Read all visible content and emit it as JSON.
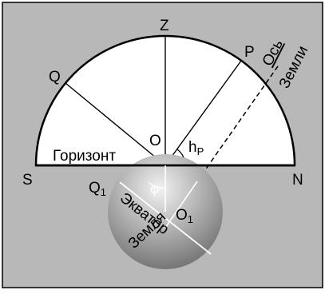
{
  "colors": {
    "background": "#b8b8b8",
    "sphere_fill": "#ffffff",
    "earth_light": "#f2f2f2",
    "earth_dark": "#6e6e6e",
    "line": "#000000",
    "earth_text": "#ffffff"
  },
  "labels": {
    "zenith": "Z",
    "pole": "P",
    "q_point": "Q",
    "center": "O",
    "south": "S",
    "north": "N",
    "horizon": "Горизонт",
    "pole_height": "h",
    "pole_height_sub": "P",
    "q1": "Q",
    "q1_sub": "1",
    "phi": "φ",
    "o1": "O",
    "o1_sub": "1",
    "equator": "Экватор",
    "earth": "Земля",
    "axis_top": "Ось",
    "axis_bottom": "Земли"
  }
}
